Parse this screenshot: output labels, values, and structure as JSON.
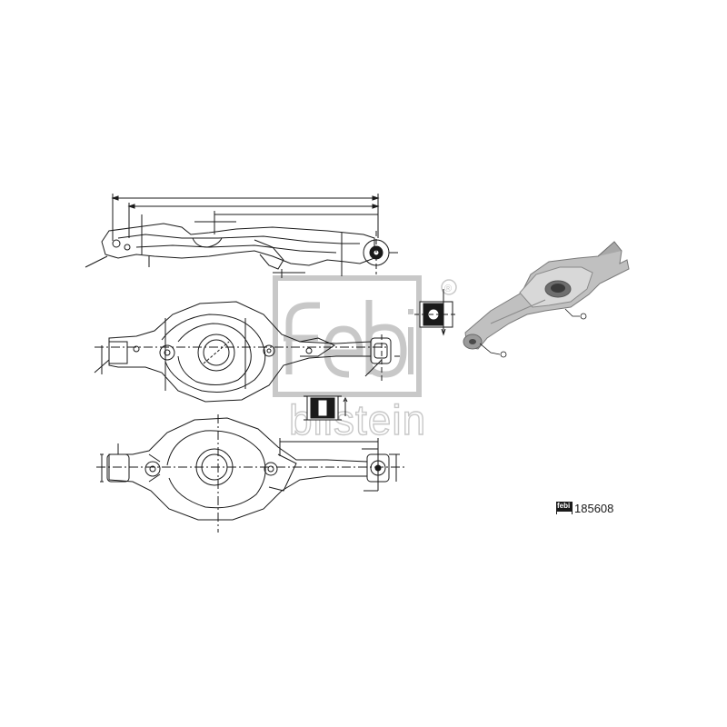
{
  "watermark": {
    "logo_letters": "febi",
    "brand_text": "bilstein",
    "registered_mark": "®"
  },
  "badge": {
    "logo_letters": "febi"
  },
  "part_number": "185608",
  "colors": {
    "line": "#1a1a1a",
    "watermark": "#c8c8c8",
    "render_body": "#b8b8b8",
    "render_dark": "#6e6e6e"
  }
}
